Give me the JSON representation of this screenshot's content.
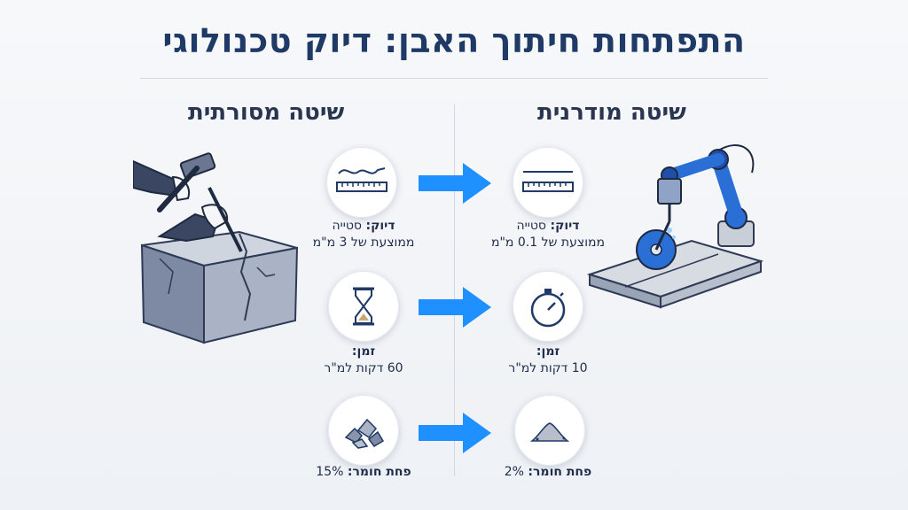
{
  "title": "התפתחות חיתוך האבן: דיוק טכנולוגי",
  "columns": {
    "traditional": "שיטה מסורתית",
    "modern": "שיטה מודרנית"
  },
  "rows": [
    {
      "metric": "דיוק:",
      "traditional": {
        "line1_value": "סטייה",
        "line2": "ממוצעת של 3 מ\"מ"
      },
      "modern": {
        "line1_value": "סטייה",
        "line2": "ממוצעת של 0.1 מ\"מ"
      }
    },
    {
      "metric": "זמן:",
      "traditional": {
        "line2": "60 דקות למ\"ר"
      },
      "modern": {
        "line2": "10 דקות למ\"ר"
      }
    },
    {
      "metric": "פחת חומר:",
      "traditional": {
        "value": "15%"
      },
      "modern": {
        "value": "2%"
      }
    }
  ],
  "colors": {
    "accent": "#1e90ff",
    "title": "#1f3a66",
    "robot": "#2a6fd6"
  },
  "icons": [
    "ruler-wave-icon",
    "ruler-flat-icon",
    "hourglass-icon",
    "stopwatch-icon",
    "rubble-icon",
    "dust-pile-icon",
    "arrow-right-icon",
    "hammer-chisel-stone",
    "robot-saw-slab"
  ]
}
